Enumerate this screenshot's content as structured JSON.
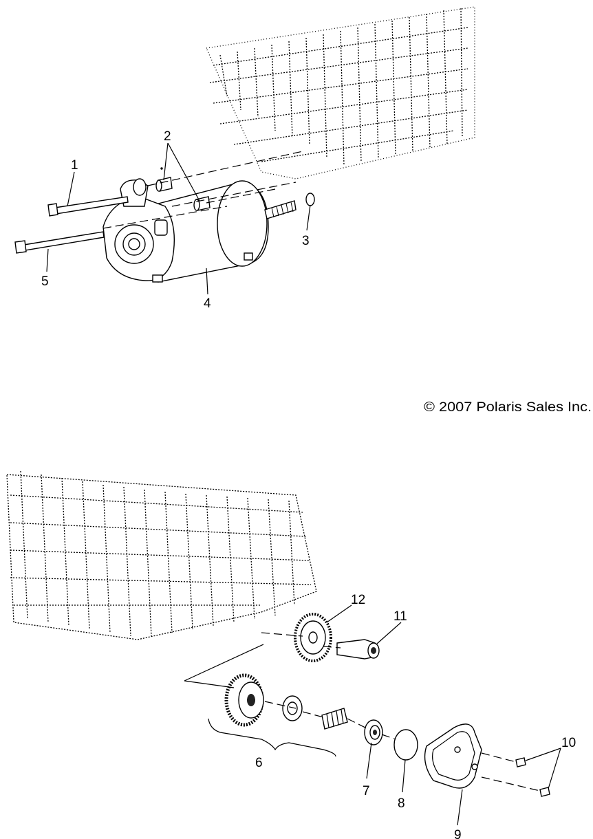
{
  "copyright": "© 2007 Polaris Sales Inc.",
  "callouts": [
    "1",
    "2",
    "3",
    "4",
    "5",
    "6",
    "7",
    "8",
    "9",
    "10",
    "11",
    "12"
  ]
}
